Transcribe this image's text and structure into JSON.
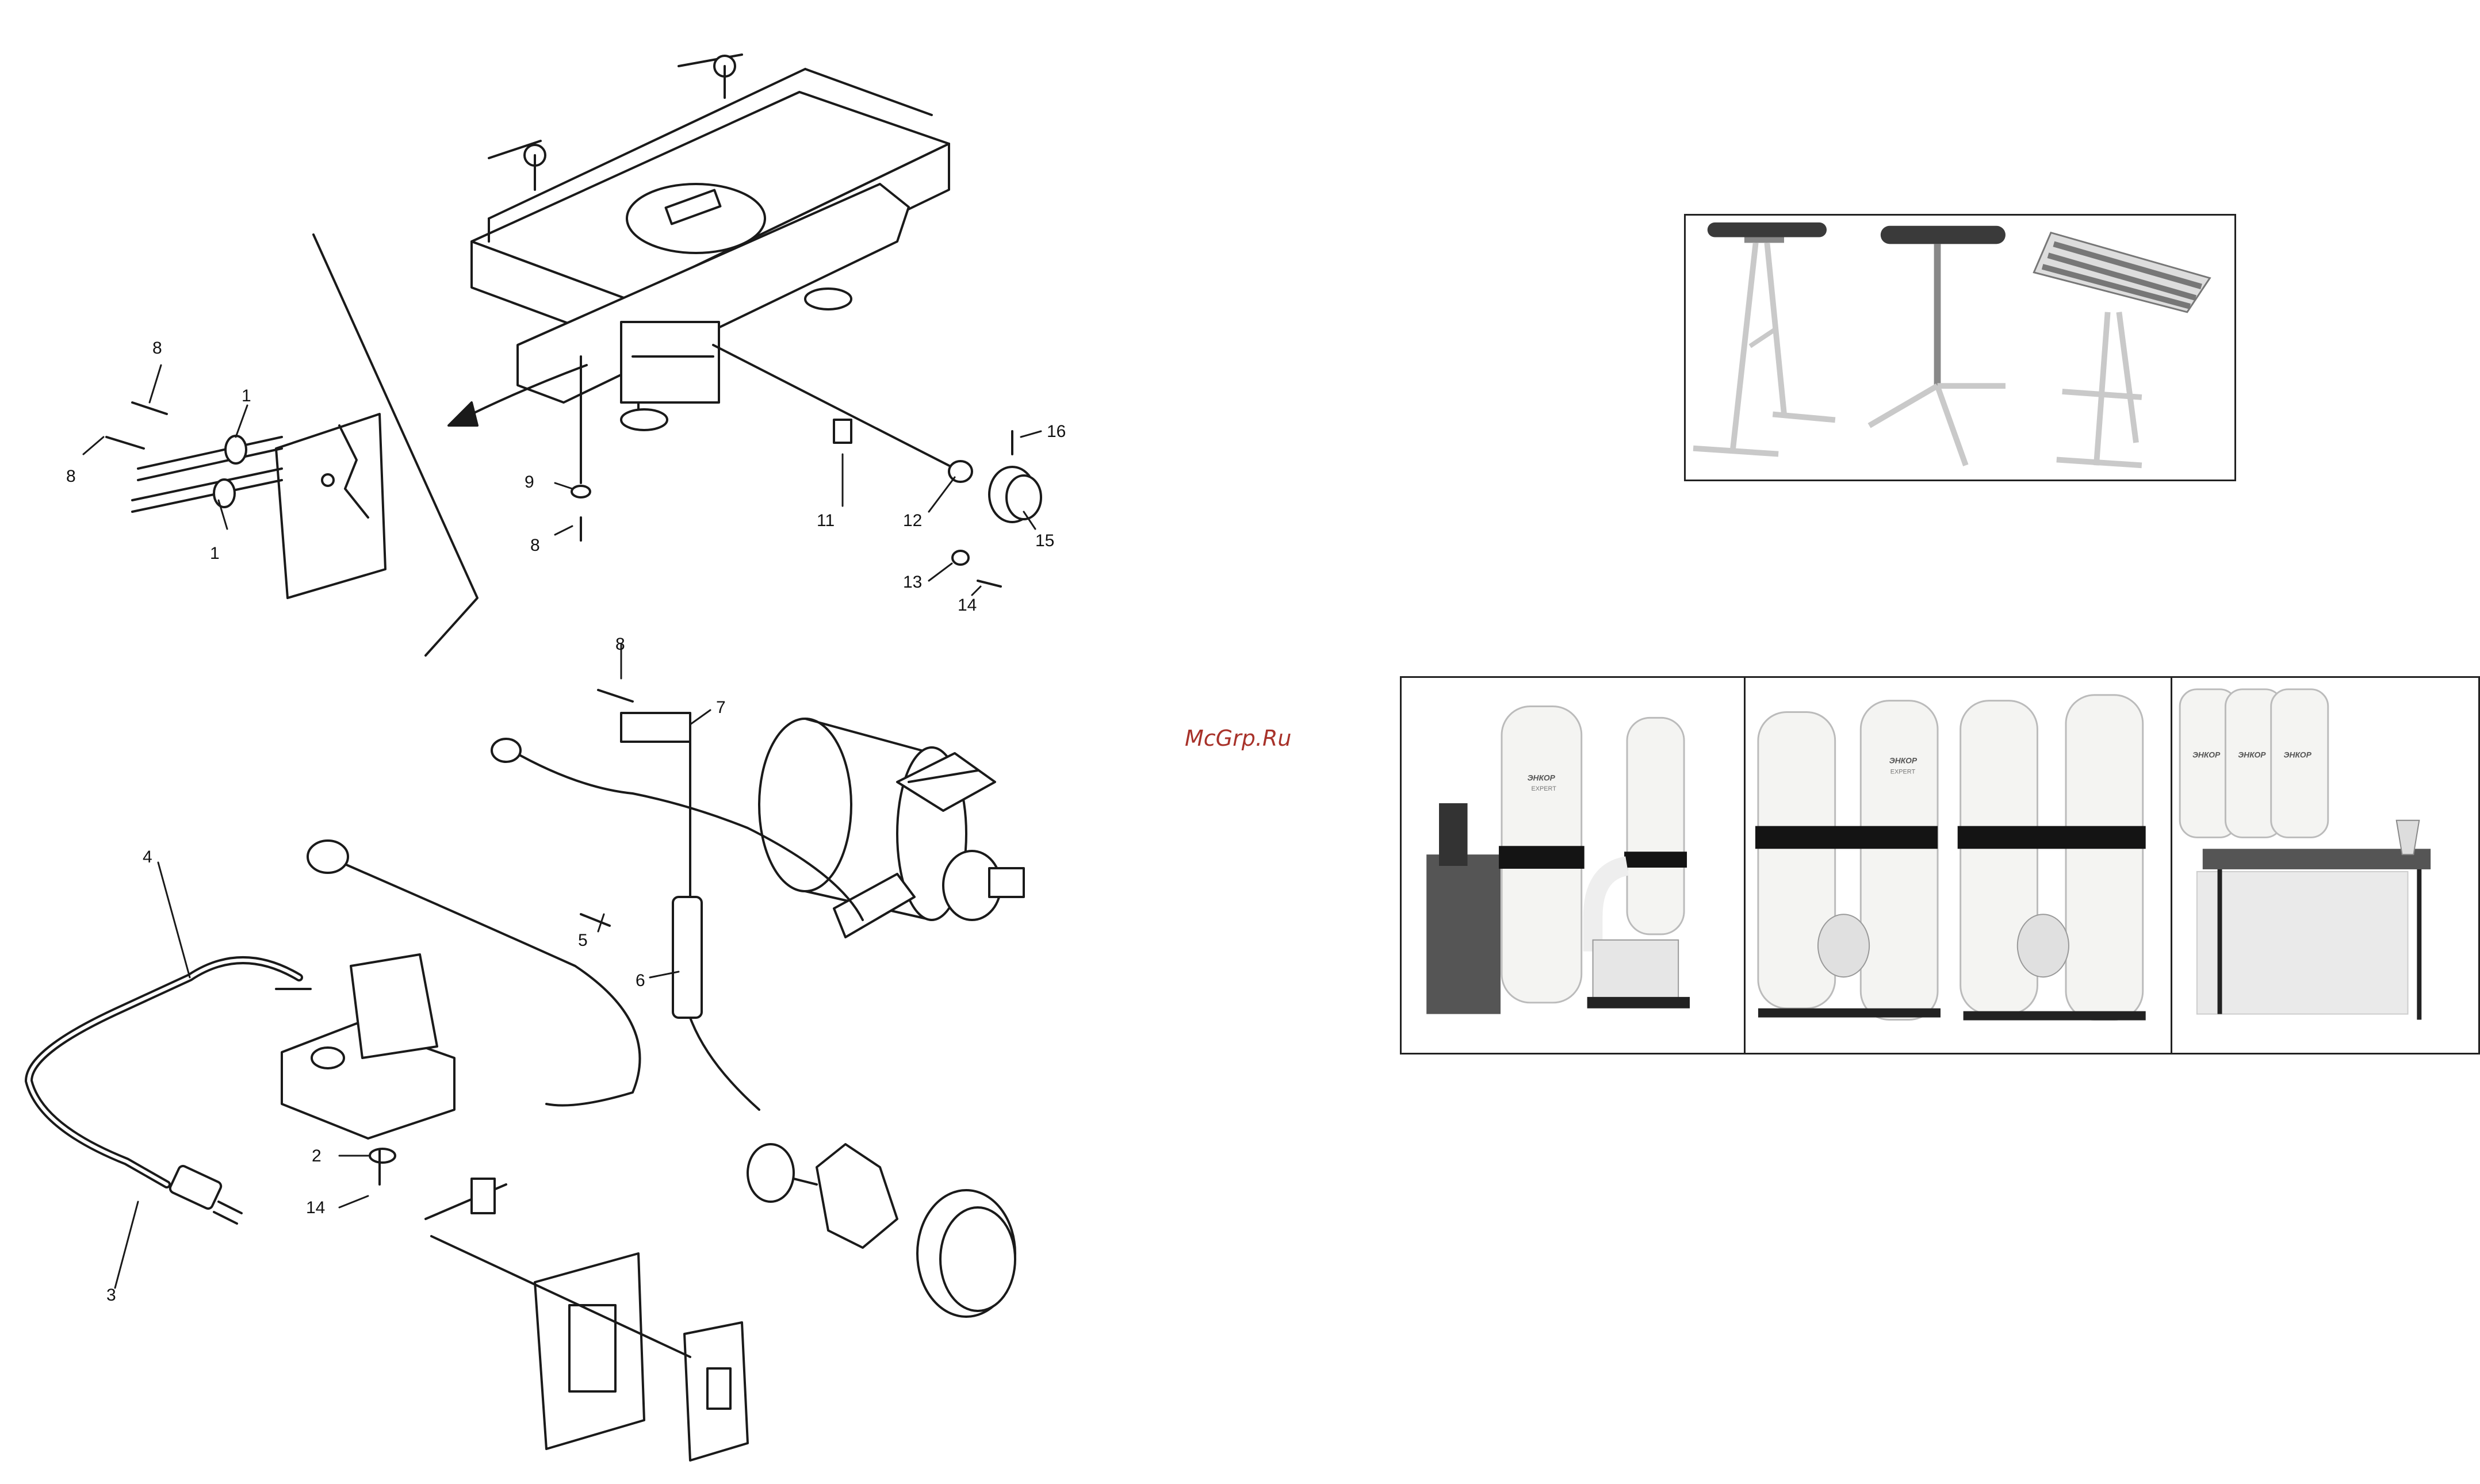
{
  "watermark": "McGrp.Ru",
  "callouts": {
    "c1a": "1",
    "c1b": "1",
    "c2": "2",
    "c3": "3",
    "c4": "4",
    "c5": "5",
    "c6": "6",
    "c7": "7",
    "c8a": "8",
    "c8b": "8",
    "c8c": "8",
    "c8d": "8",
    "c9": "9",
    "c11": "11",
    "c12": "12",
    "c13": "13",
    "c14a": "14",
    "c14b": "14",
    "c15": "15",
    "c16": "16"
  },
  "dust_collector_labels": {
    "brand": "ЭНКОР",
    "model": "EXPERT"
  },
  "colors": {
    "line": "#1a1a1a",
    "stand_metal": "#c9c9c9",
    "roller": "#3a3a3a",
    "bag": "#f4f4f2",
    "strap": "#141414"
  }
}
